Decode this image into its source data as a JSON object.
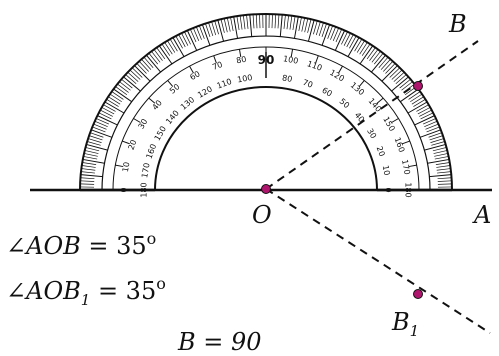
{
  "points": {
    "B": "B",
    "O": "O",
    "A": "A",
    "B1_main": "B",
    "B1_sub": "1"
  },
  "protractor": {
    "center_label": "90",
    "outer_ticks": [
      "0",
      "10",
      "20",
      "30",
      "40",
      "50",
      "60",
      "70",
      "80",
      "90",
      "100",
      "110",
      "120",
      "130",
      "140",
      "150",
      "160",
      "170",
      "180"
    ],
    "inner_ticks": [
      "180",
      "170",
      "160",
      "150",
      "140",
      "130",
      "120",
      "110",
      "100",
      "90",
      "80",
      "70",
      "60",
      "50",
      "40",
      "30",
      "20",
      "10",
      "0"
    ]
  },
  "equations": {
    "eq1_angle": "∠",
    "eq1_name": "AOB",
    "eq1_rest": " = 35",
    "eq1_deg": "o",
    "eq2_angle": "∠",
    "eq2_name": "AOB",
    "eq2_sub": "1",
    "eq2_rest": " = 35",
    "eq2_deg": "o",
    "eq3_partial": "B  = 90"
  },
  "colors": {
    "point_fill": "#b0156e",
    "ink": "#111111"
  }
}
